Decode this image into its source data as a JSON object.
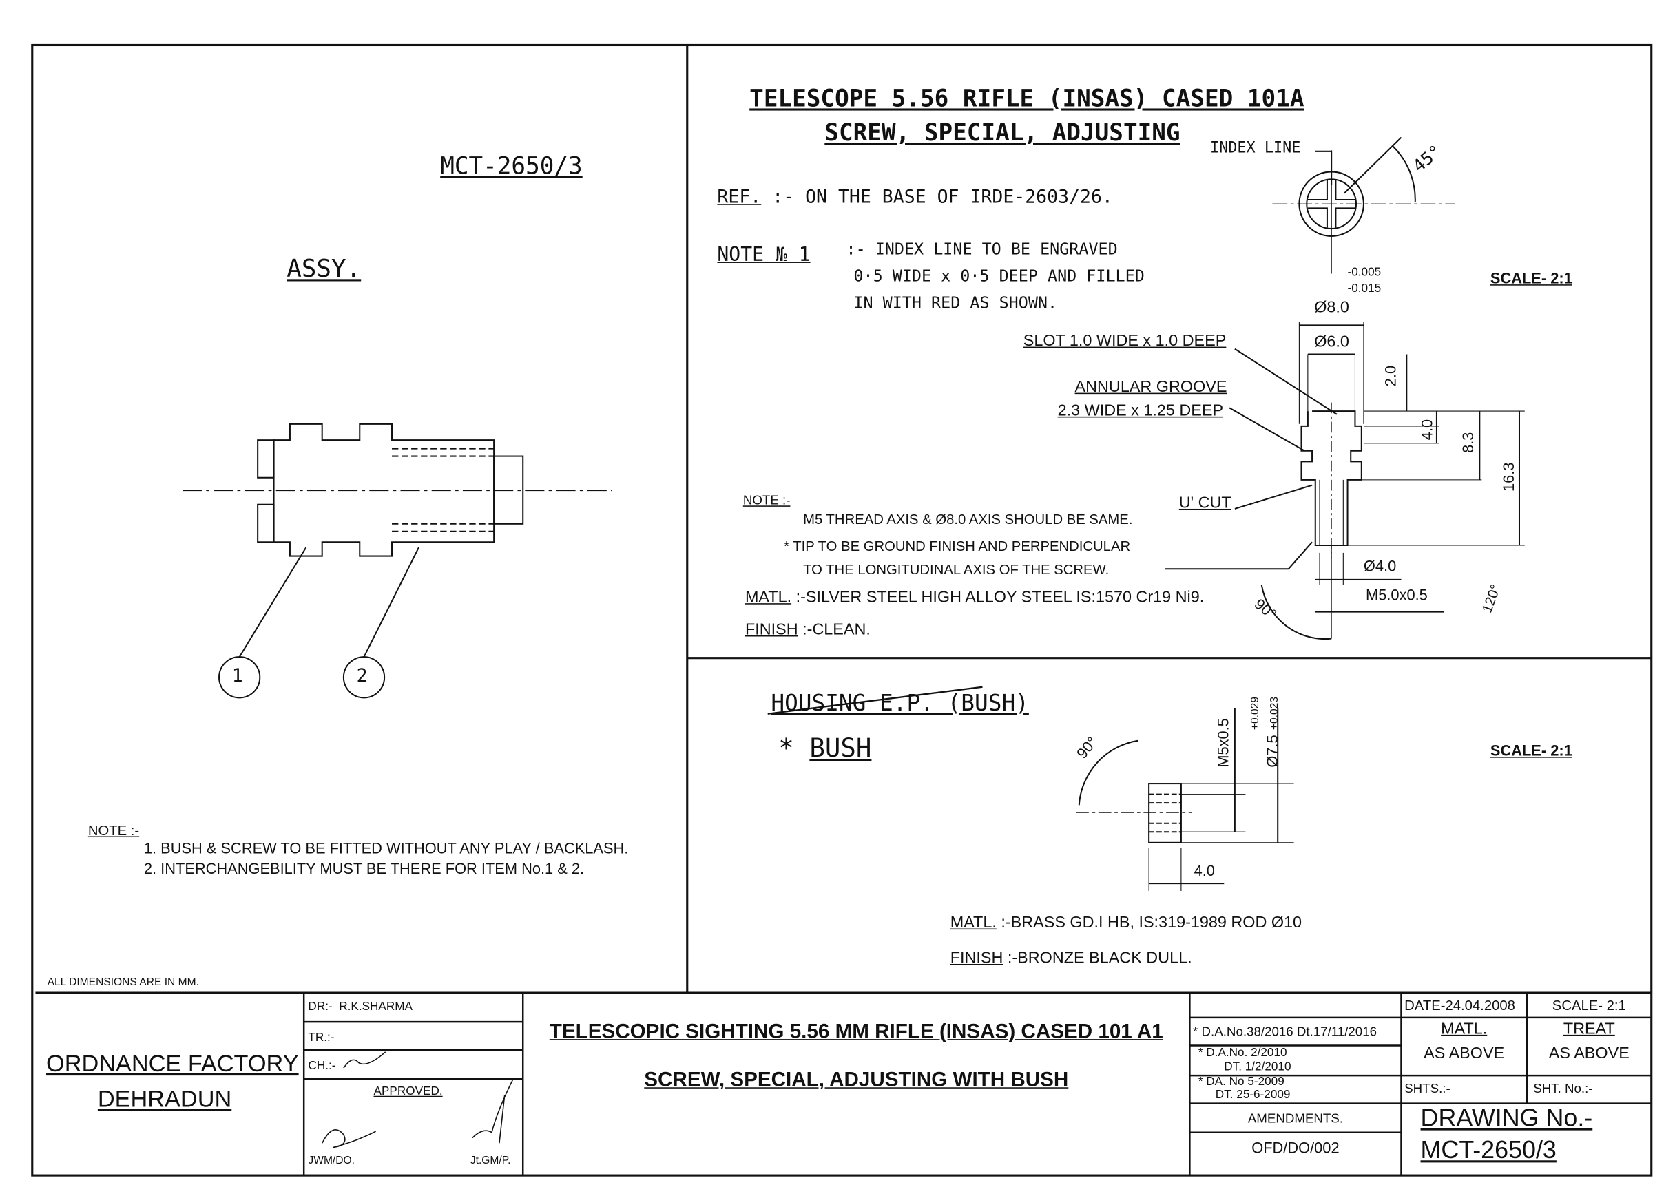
{
  "assy": {
    "drawing_ref": "MCT-2650/3",
    "title": "ASSY.",
    "balloons": [
      "1",
      "2"
    ],
    "note_label": "NOTE :-",
    "notes": [
      "1. BUSH & SCREW TO BE FITTED WITHOUT ANY PLAY / BACKLASH.",
      "2. INTERCHANGEBILITY MUST BE THERE FOR ITEM No.1 & 2."
    ],
    "all_dims": "ALL DIMENSIONS ARE IN MM."
  },
  "screw": {
    "title1": "TELESCOPE 5.56 RIFLE (INSAS) CASED 101A",
    "title2": "SCREW, SPECIAL, ADJUSTING",
    "ref_label": "REF.",
    "ref_text": ":- ON THE BASE OF IRDE-2603/26.",
    "note1_label": "NOTE № 1",
    "note1_lines": [
      ":- INDEX LINE TO BE ENGRAVED",
      "0·5 WIDE x 0·5 DEEP AND FILLED",
      "IN WITH RED AS SHOWN."
    ],
    "index_line": "INDEX LINE",
    "angle_45": "45°",
    "scale": "SCALE- 2:1",
    "tol_upper": "-0.005",
    "tol_lower": "-0.015",
    "dia8": "Ø8.0",
    "dia6": "Ø6.0",
    "dim_2_0": "2.0",
    "dim_4_0": "4.0",
    "dim_8_3": "8.3",
    "dim_16_3": "16.3",
    "slot": "SLOT 1.0 WIDE x 1.0 DEEP",
    "groove1": "ANNULAR GROOVE",
    "groove2": "2.3 WIDE x 1.25 DEEP",
    "ucut": "U' CUT",
    "note_label": "NOTE :-",
    "note_lines": [
      "M5 THREAD AXIS & Ø8.0 AXIS SHOULD BE SAME.",
      "TIP TO BE GROUND FINISH AND PERPENDICULAR",
      "TO THE LONGITUDINAL AXIS OF THE SCREW."
    ],
    "dia4": "Ø4.0",
    "thread": "M5.0x0.5",
    "angle_90": "90°",
    "angle_120": "120°",
    "matl_label": "MATL.",
    "matl": ":-SILVER STEEL HIGH ALLOY STEEL IS:1570 Cr19 Ni9.",
    "finish_label": "FINISH",
    "finish": ":-CLEAN."
  },
  "bush": {
    "old_title": "HOUSING E.P. (BUSH)",
    "title": "BUSH",
    "scale": "SCALE- 2:1",
    "angle_90": "90°",
    "thread": "M5x0.5",
    "dia": "Ø7.5",
    "tol_upper": "+0.029",
    "tol_lower": "+0.023",
    "length": "4.0",
    "matl_label": "MATL.",
    "matl": ":-BRASS GD.I HB, IS:319-1989 ROD Ø10",
    "finish_label": "FINISH",
    "finish": ":-BRONZE BLACK DULL."
  },
  "title_block": {
    "org1": "ORDNANCE FACTORY",
    "org2": "DEHRADUN",
    "dr": "DR:-",
    "dr_name": "R.K.SHARMA",
    "tr": "TR.:-",
    "ch": "CH.:-",
    "approved": "APPROVED.",
    "jwm": "JWM/DO.",
    "jtgm": "Jt.GM/P.",
    "title1": "TELESCOPIC SIGHTING 5.56 MM RIFLE (INSAS) CASED 101 A1",
    "title2": "SCREW, SPECIAL, ADJUSTING WITH BUSH",
    "amendments": [
      "D.A.No.38/2016 Dt.17/11/2016",
      "D.A.No. 2/2010",
      "DT. 1/2/2010",
      "DA. No 5-2009",
      "DT. 25-6-2009"
    ],
    "amend_label": "AMENDMENTS.",
    "doc_code": "OFD/DO/002",
    "date": "DATE-24.04.2008",
    "scale": "SCALE- 2:1",
    "matl": "MATL.",
    "matl_val": "AS ABOVE",
    "treat": "TREAT",
    "treat_val": "AS ABOVE",
    "shts": "SHTS.:-",
    "sht_no": "SHT. No.:-",
    "drawing_no_label": "DRAWING No.-",
    "drawing_no": "MCT-2650/3"
  }
}
